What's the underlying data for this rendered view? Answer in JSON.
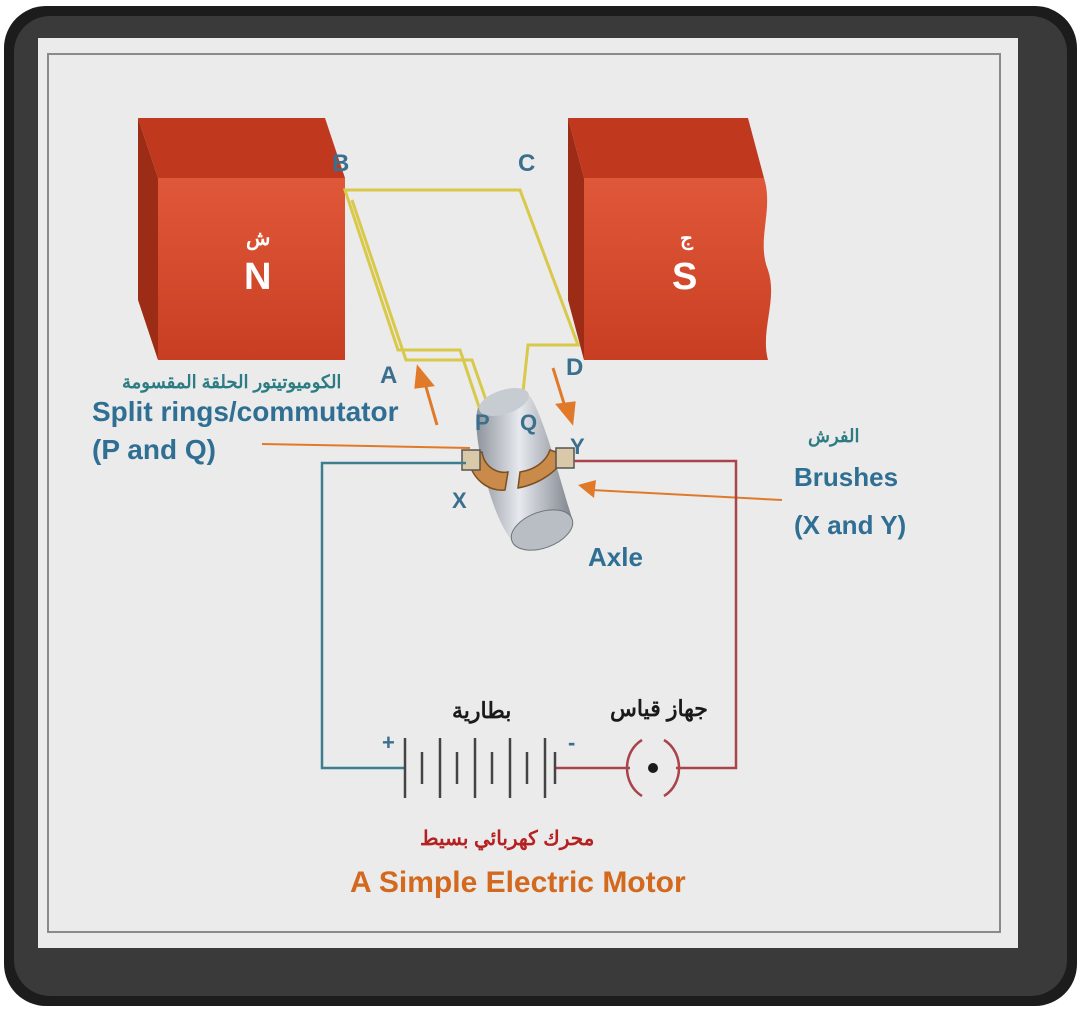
{
  "magnets": {
    "north": {
      "arabic": "ش",
      "letter": "N"
    },
    "south": {
      "arabic": "ج",
      "letter": "S"
    }
  },
  "coil_points": {
    "a": "A",
    "b": "B",
    "c": "C",
    "d": "D"
  },
  "commutator": {
    "arabic": "الكوميوتيتور الحلقة المقسومة",
    "label": "Split rings/commutator",
    "sub": "(P and Q)",
    "p": "P",
    "q": "Q"
  },
  "brushes": {
    "arabic": "الفرش",
    "label": "Brushes",
    "sub": "(X and Y)",
    "x": "X",
    "y": "Y"
  },
  "axle": "Axle",
  "battery": {
    "arabic": "بطارية",
    "plus": "+",
    "minus": "-"
  },
  "meter": {
    "arabic": "جهاز قياس"
  },
  "title": {
    "arabic": "محرك كهربائي بسيط",
    "english": "A Simple Electric Motor"
  },
  "colors": {
    "magnet": "#d2462a",
    "coil": "#d8c94a",
    "wire_left": "#3d7e8e",
    "wire_right": "#a8444a",
    "arrow": "#e07a2a",
    "ring": "#c98a4a"
  }
}
